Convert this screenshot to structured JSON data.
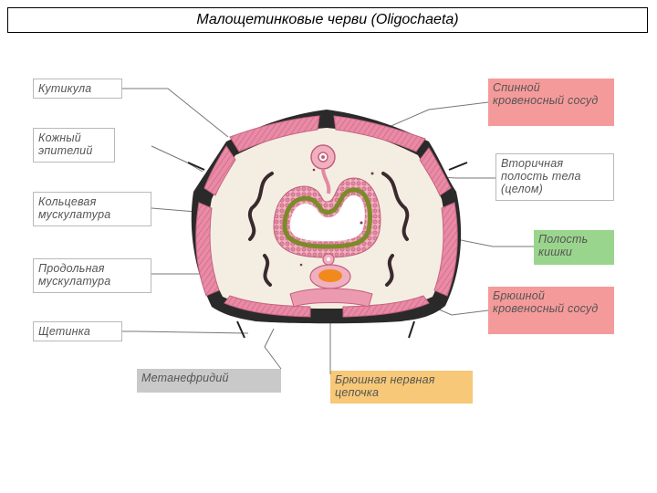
{
  "title": "Малощетинковые черви (Oligochaeta)",
  "labels": {
    "cuticle": "Кутикула",
    "skin_epithelium": "Кожный эпителий",
    "circular_muscle": "Кольцевая мускулатура",
    "longitudinal_muscle": "Продольная мускулатура",
    "seta": "Щетинка",
    "metanephridium": "Метанефридий",
    "ventral_nerve_cord": "Брюшная нервная цепочка",
    "dorsal_vessel": "Спинной кровеносный сосуд",
    "coelom": "Вторичная полость тела (целом)",
    "gut_cavity": "Полость кишки",
    "ventral_vessel": "Брюшной кровеносный сосуд"
  },
  "colors": {
    "body_wall": "#e98aa6",
    "body_outline": "#2a2a2a",
    "coelom_fill": "#f4eee2",
    "gut_wall": "#e9a0b2",
    "gut_inner": "#7d8a2a",
    "nerve_cord": "#f08a1c",
    "dorsal_label_bg": "#f59a9a",
    "gut_label_bg": "#9ad58d",
    "metanephridium_label_bg": "#c9c9c9",
    "nerve_label_bg": "#f7c877"
  }
}
